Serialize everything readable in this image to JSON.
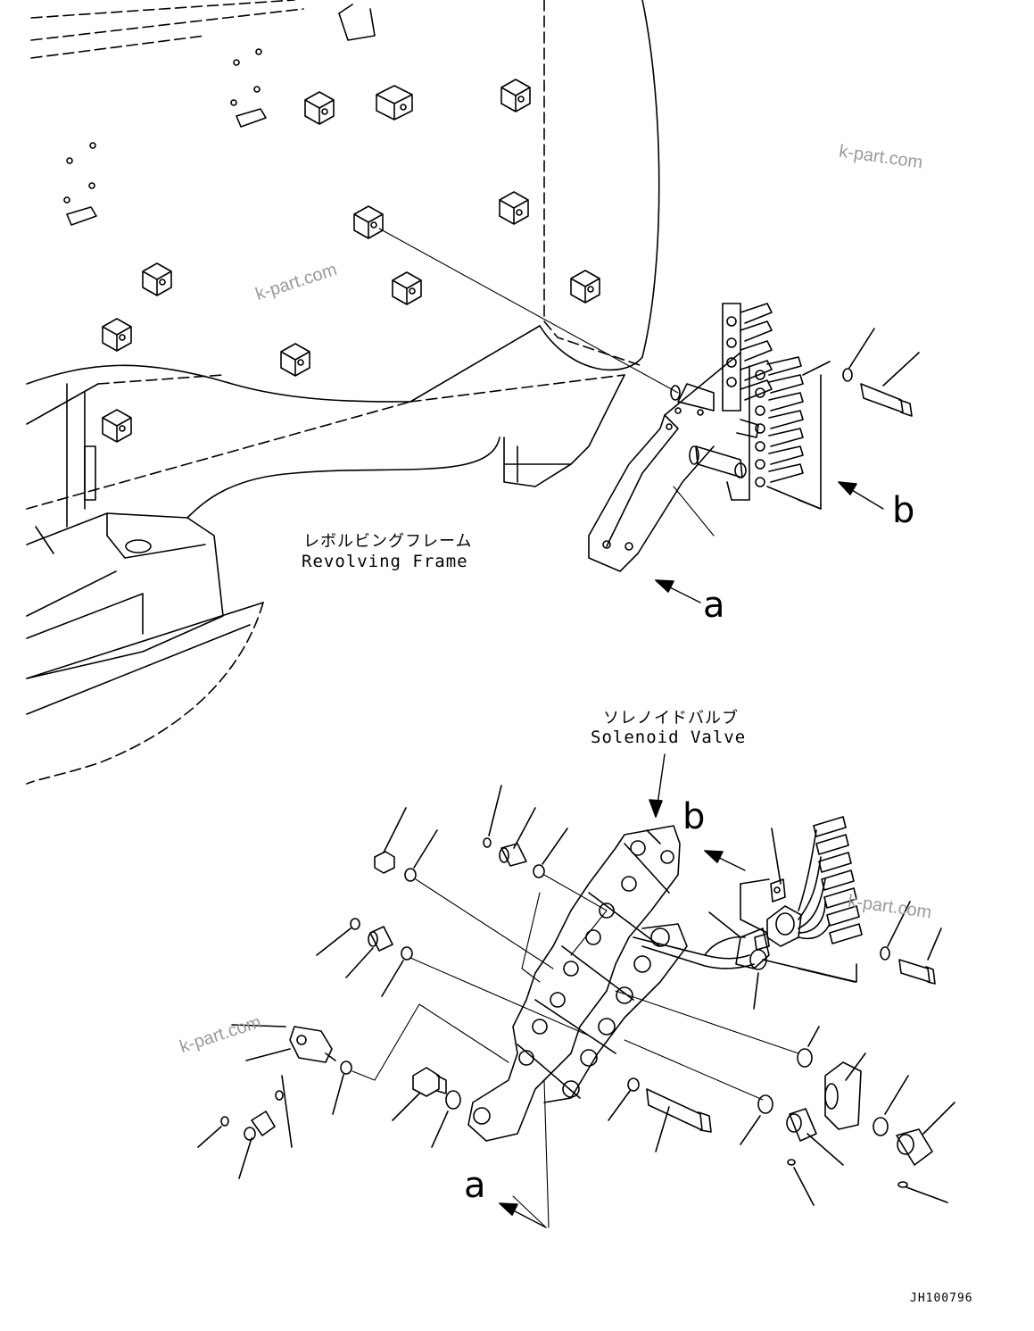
{
  "labels": {
    "revolving_frame_jp": "レボルビングフレーム",
    "revolving_frame_en": "Revolving Frame",
    "solenoid_valve_jp": "ソレノイドバルブ",
    "solenoid_valve_en": "Solenoid Valve"
  },
  "callouts": {
    "a_top": "a",
    "b_top": "b",
    "b_bottom": "b",
    "a_bottom": "a"
  },
  "watermarks": {
    "wm1": "k-part.com",
    "wm2": "k-part.com",
    "wm3": "k-part.com",
    "wm4": "k-part.com"
  },
  "drawing_code": "JH100796"
}
